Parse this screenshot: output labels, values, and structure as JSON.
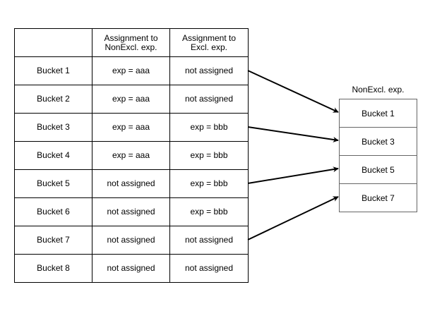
{
  "table": {
    "header": [
      "",
      "Assignment to\nNonExcl. exp.",
      "Assignment to\nExcl. exp."
    ],
    "rows": [
      [
        "Bucket 1",
        "exp = aaa",
        "not assigned"
      ],
      [
        "Bucket 2",
        "exp = aaa",
        "not assigned"
      ],
      [
        "Bucket 3",
        "exp = aaa",
        "exp = bbb"
      ],
      [
        "Bucket 4",
        "exp = aaa",
        "exp = bbb"
      ],
      [
        "Bucket 5",
        "not assigned",
        "exp = bbb"
      ],
      [
        "Bucket 6",
        "not assigned",
        "exp = bbb"
      ],
      [
        "Bucket 7",
        "not assigned",
        "not assigned"
      ],
      [
        "Bucket 8",
        "not assigned",
        "not assigned"
      ]
    ]
  },
  "nonexcl": {
    "title": "NonExcl. exp.",
    "buckets": [
      "Bucket 1",
      "Bucket 3",
      "Bucket 5",
      "Bucket 7"
    ]
  },
  "arrows": [
    {
      "from": "Bucket 1",
      "to": "Bucket 1"
    },
    {
      "from": "Bucket 3",
      "to": "Bucket 3"
    },
    {
      "from": "Bucket 5",
      "to": "Bucket 5"
    },
    {
      "from": "Bucket 7",
      "to": "Bucket 7"
    }
  ]
}
